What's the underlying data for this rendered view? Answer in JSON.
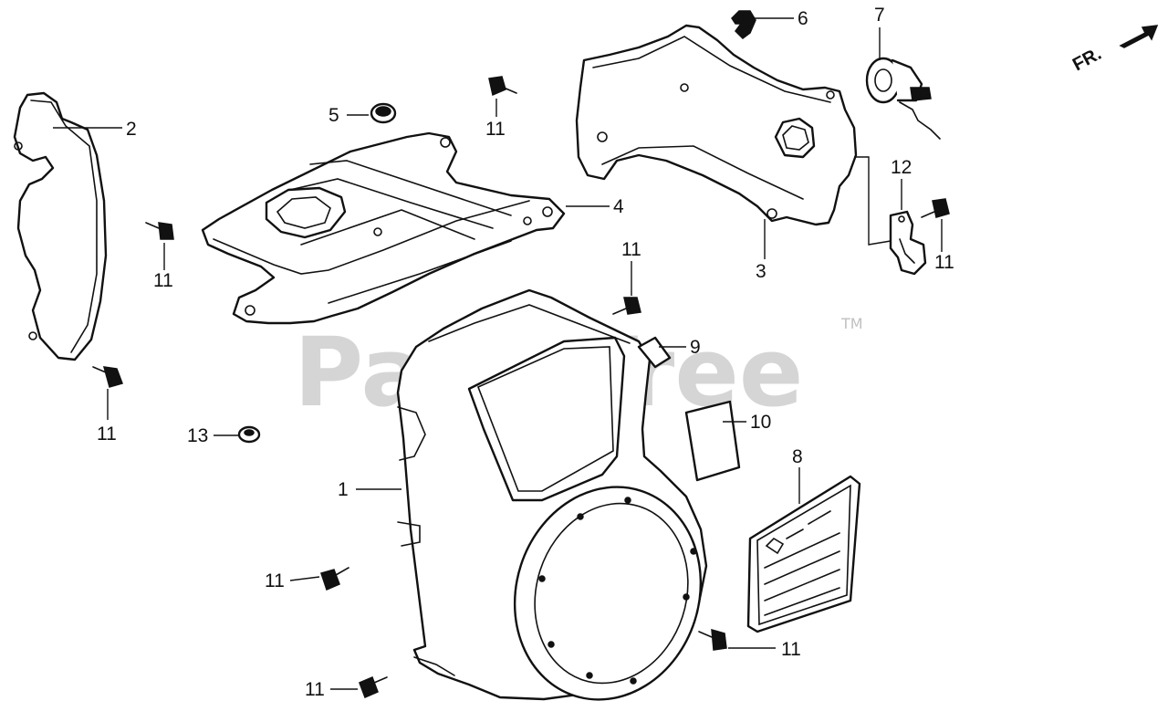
{
  "diagram": {
    "callouts": [
      {
        "id": "c1",
        "label": "1"
      },
      {
        "id": "c2",
        "label": "2"
      },
      {
        "id": "c3",
        "label": "3"
      },
      {
        "id": "c4",
        "label": "4"
      },
      {
        "id": "c5",
        "label": "5"
      },
      {
        "id": "c6",
        "label": "6"
      },
      {
        "id": "c7",
        "label": "7"
      },
      {
        "id": "c8",
        "label": "8"
      },
      {
        "id": "c9",
        "label": "9"
      },
      {
        "id": "c10",
        "label": "10"
      },
      {
        "id": "c11a",
        "label": "11"
      },
      {
        "id": "c11b",
        "label": "11"
      },
      {
        "id": "c11c",
        "label": "11"
      },
      {
        "id": "c11d",
        "label": "11"
      },
      {
        "id": "c11e",
        "label": "11"
      },
      {
        "id": "c11f",
        "label": "11"
      },
      {
        "id": "c11g",
        "label": "11"
      },
      {
        "id": "c11h",
        "label": "11"
      },
      {
        "id": "c12",
        "label": "12"
      },
      {
        "id": "c13",
        "label": "13"
      }
    ],
    "direction_label": "FR.",
    "watermark": "PartsTree",
    "trademark": "TM"
  }
}
